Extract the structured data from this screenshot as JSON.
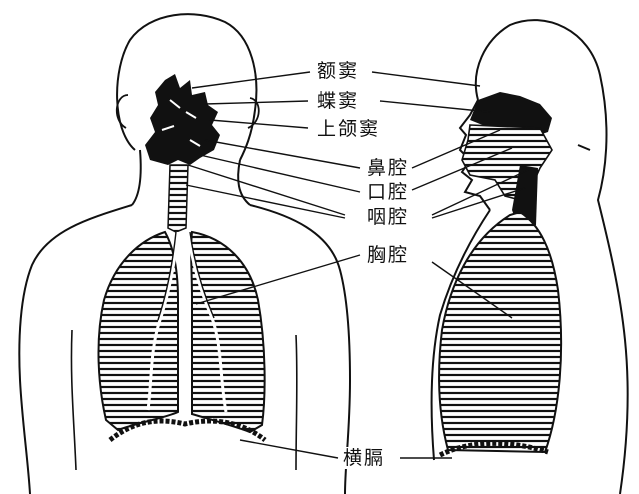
{
  "labels": {
    "frontal_sinus": "额窦",
    "sphenoid_sinus": "蝶窦",
    "maxillary_sinus": "上颌窦",
    "nasal_cavity": "鼻腔",
    "oral_cavity": "口腔",
    "pharynx": "咽腔",
    "thoracic_cavity": "胸腔",
    "diaphragm": "横膈"
  },
  "colors": {
    "ink": "#111111",
    "paper": "#ffffff"
  }
}
